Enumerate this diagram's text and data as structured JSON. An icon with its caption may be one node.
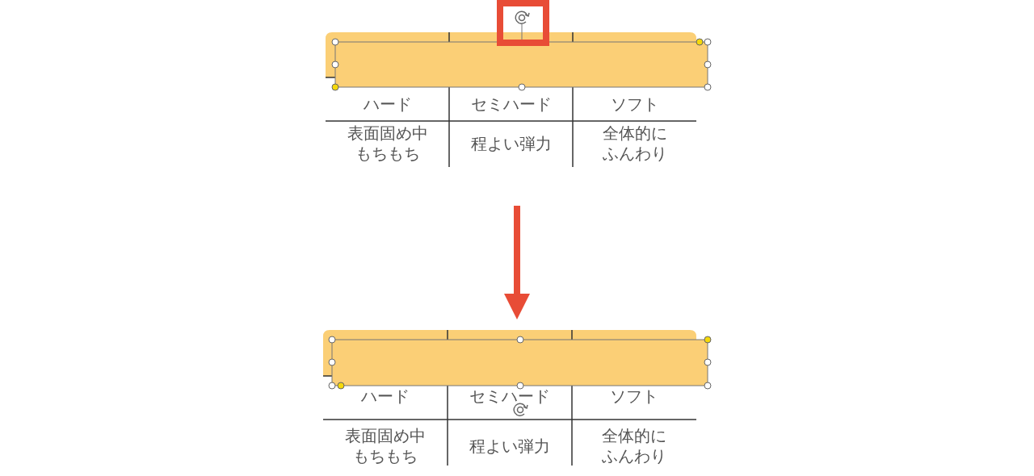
{
  "diagram": {
    "nodes": [
      {
        "text": [],
        "shape": "picture"
      },
      {
        "text": [],
        "shape": "picture"
      }
    ],
    "edges": [
      {
        "from": 0,
        "to": 1,
        "arrow": "to"
      }
    ],
    "labels": [
      "ハード",
      "セミハード",
      "ソフト",
      "表面固め中もちもち",
      "程よい弾力",
      "全体的にふんわり",
      "ハード",
      "セミハード",
      "ソフト",
      "表面固め中もちもち",
      "程よい弾力",
      "全体的にふんわり"
    ]
  }
}
